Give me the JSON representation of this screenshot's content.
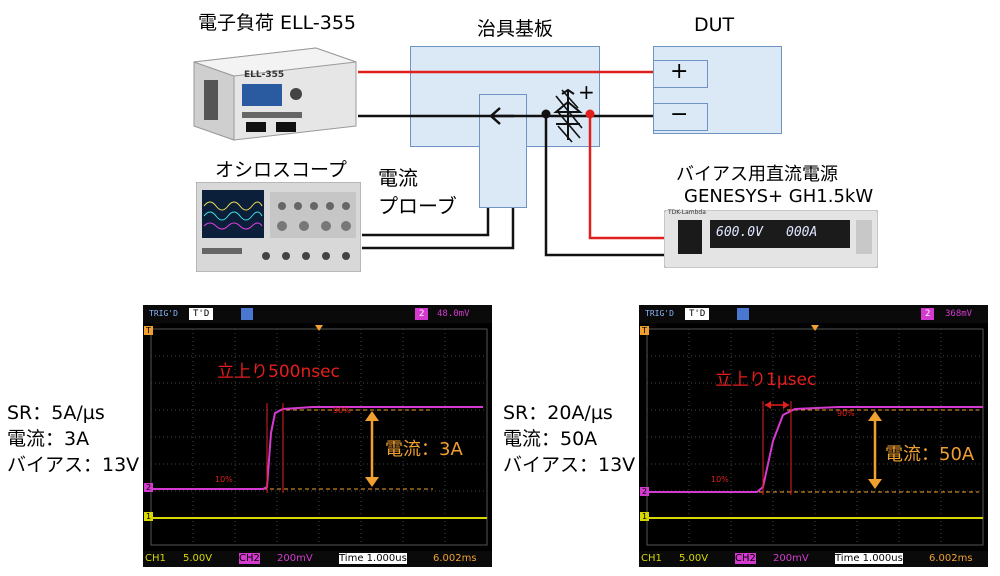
{
  "colors": {
    "box_fill": "#dbe9f6",
    "box_border": "#6f93c2",
    "wire_red": "#e0201c",
    "wire_black": "#111111",
    "magenta_trace": "#d43ad0",
    "yellow_trace": "#d8d800",
    "orange_arrow": "#f0a030",
    "red_text": "#e61e1e",
    "scope_grid": "#555555"
  },
  "top": {
    "load_label": "電子負荷 ELL-355",
    "jig_label": "治具基板",
    "dut_label": "DUT",
    "dut_plus": "+",
    "dut_minus": "−",
    "polarity_plus": "+",
    "scope_label": "オシロスコープ",
    "probe_label_line1": "電流",
    "probe_label_line2": "プローブ",
    "psu_label_line1": "バイアス用直流電源",
    "psu_label_line2": "GENESYS+ GH1.5kW",
    "load_device_text": "ELL-355",
    "psu_display_v": "600.0V",
    "psu_display_a": "000A",
    "psu_brand": "TDK-Lambda"
  },
  "icons": {
    "current_arrow": "left-arrow-icon",
    "zener": "zener-diode-icon"
  },
  "left_conditions": {
    "sr": "SR：5A/µs",
    "current": "電流：3A",
    "bias": "バイアス：13V"
  },
  "right_conditions": {
    "sr": "SR：20A/µs",
    "current": "電流：50A",
    "bias": "バイアス：13V"
  },
  "scope_left": {
    "status": "TRIG'D",
    "mode": "T'D",
    "trig_value": "48.0mV",
    "rise_title": "立上り500nsec",
    "current_label": "電流：3A",
    "p90": "90%",
    "p10": "10%",
    "ch1": "CH1",
    "ch1_scale": "5.00V",
    "ch2": "CH2",
    "ch2_scale": "200mV",
    "time": "Time 1.000us",
    "offset": "6.002ms",
    "marker_t": "T",
    "marker_1": "1",
    "marker_2": "2",
    "trig_ch": "2"
  },
  "scope_right": {
    "status": "TRIG'D",
    "mode": "T'D",
    "trig_value": "368mV",
    "rise_title": "立上り1µsec",
    "current_label": "電流：50A",
    "p90": "90%",
    "p10": "10%",
    "ch1": "CH1",
    "ch1_scale": "5.00V",
    "ch2": "CH2",
    "ch2_scale": "200mV",
    "time": "Time 1.000us",
    "offset": "6.002ms",
    "marker_t": "T",
    "marker_1": "1",
    "marker_2": "2",
    "trig_ch": "2"
  }
}
